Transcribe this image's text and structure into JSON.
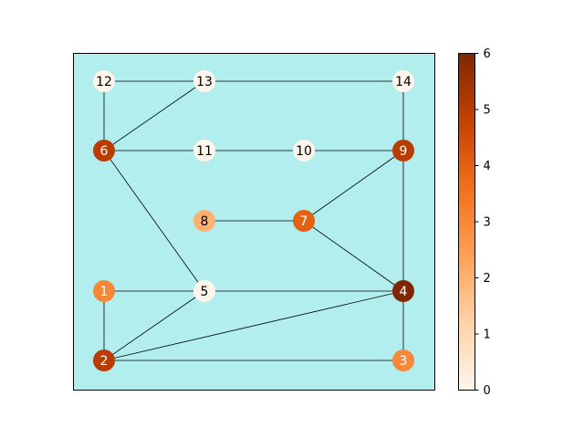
{
  "graph": {
    "background": "#b2eeee",
    "edge_color": "#000000",
    "nodes": [
      {
        "id": 1,
        "label": "1",
        "value": 3,
        "col": 0,
        "row": 3
      },
      {
        "id": 2,
        "label": "2",
        "value": 5,
        "col": 0,
        "row": 4
      },
      {
        "id": 3,
        "label": "3",
        "value": 3,
        "col": 3,
        "row": 4
      },
      {
        "id": 4,
        "label": "4",
        "value": 6,
        "col": 3,
        "row": 3
      },
      {
        "id": 5,
        "label": "5",
        "value": 0,
        "col": 1,
        "row": 3
      },
      {
        "id": 6,
        "label": "6",
        "value": 5,
        "col": 0,
        "row": 1
      },
      {
        "id": 7,
        "label": "7",
        "value": 4,
        "col": 2,
        "row": 2
      },
      {
        "id": 8,
        "label": "8",
        "value": 2,
        "col": 1,
        "row": 2
      },
      {
        "id": 9,
        "label": "9",
        "value": 5,
        "col": 3,
        "row": 1
      },
      {
        "id": 10,
        "label": "10",
        "value": 0,
        "col": 2,
        "row": 1
      },
      {
        "id": 11,
        "label": "11",
        "value": 0,
        "col": 1,
        "row": 1
      },
      {
        "id": 12,
        "label": "12",
        "value": 0,
        "col": 0,
        "row": 0
      },
      {
        "id": 13,
        "label": "13",
        "value": 0,
        "col": 1,
        "row": 0
      },
      {
        "id": 14,
        "label": "14",
        "value": 0,
        "col": 3,
        "row": 0
      }
    ],
    "edges": [
      [
        12,
        13
      ],
      [
        13,
        14
      ],
      [
        12,
        6
      ],
      [
        13,
        6
      ],
      [
        14,
        9
      ],
      [
        6,
        11
      ],
      [
        11,
        10
      ],
      [
        10,
        9
      ],
      [
        6,
        5
      ],
      [
        9,
        7
      ],
      [
        9,
        4
      ],
      [
        8,
        7
      ],
      [
        7,
        4
      ],
      [
        1,
        5
      ],
      [
        5,
        4
      ],
      [
        1,
        2
      ],
      [
        2,
        5
      ],
      [
        2,
        4
      ],
      [
        2,
        3
      ],
      [
        4,
        3
      ]
    ]
  },
  "colorbar": {
    "min": 0,
    "max": 6,
    "ticks": [
      "0",
      "1",
      "2",
      "3",
      "4",
      "5",
      "6"
    ],
    "colors": [
      "#fff5eb",
      "#fdd3a7",
      "#fd9f56",
      "#f3701b",
      "#c54102",
      "#7f2704"
    ]
  }
}
